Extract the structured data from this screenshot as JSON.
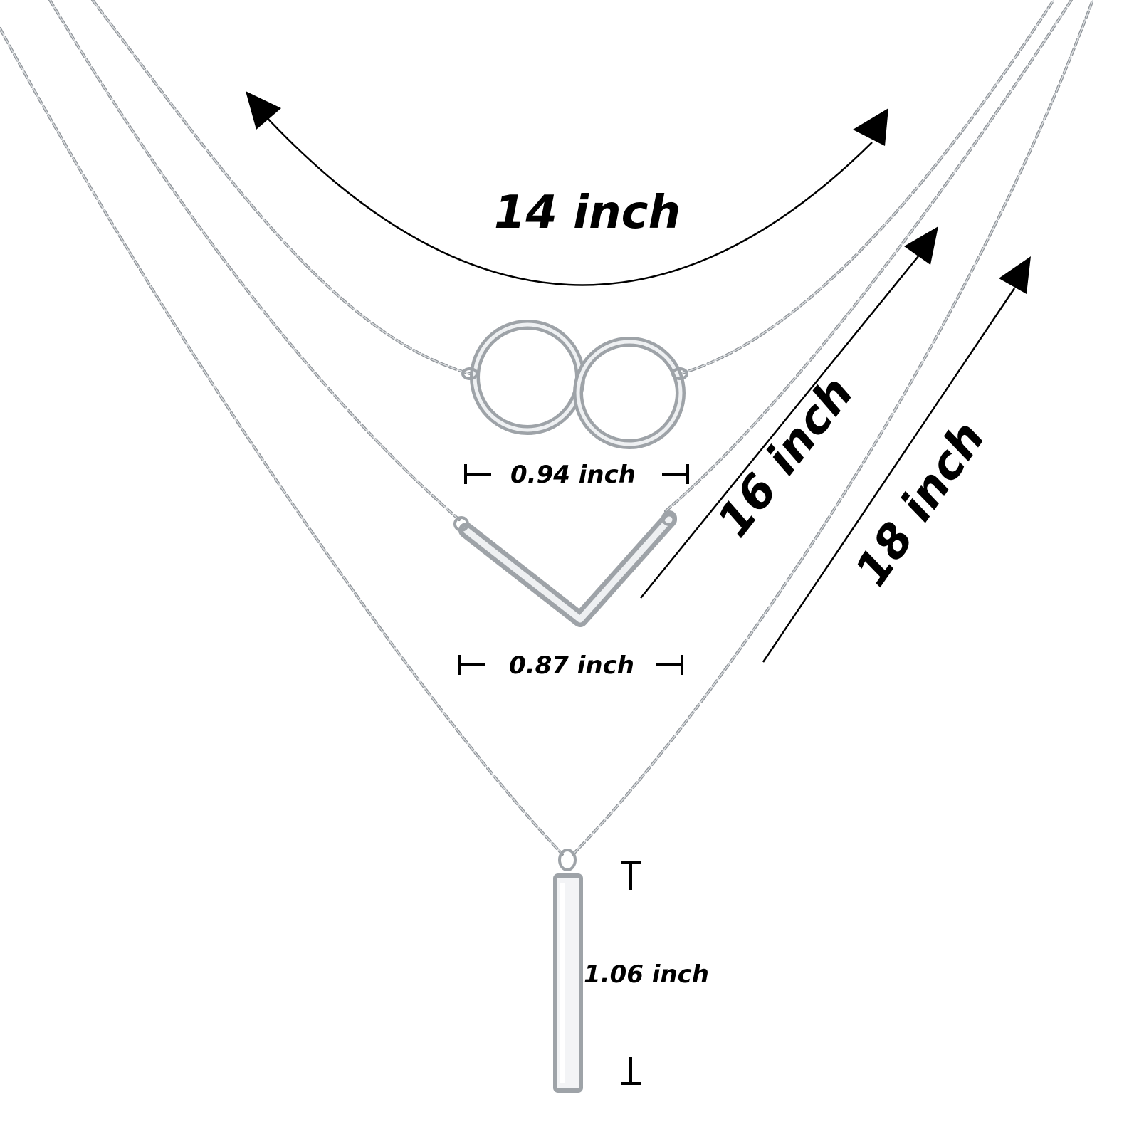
{
  "necklaces": [
    {
      "length_label": "14 inch",
      "pendant": "double-circle",
      "pendant_size_label": "0.94 inch"
    },
    {
      "length_label": "16 inch",
      "pendant": "chevron-bar",
      "pendant_size_label": "0.87 inch"
    },
    {
      "length_label": "18 inch",
      "pendant": "vertical-bar",
      "pendant_size_label": "1.06 inch"
    }
  ],
  "colors": {
    "chain": "#8f9499",
    "metal_highlight": "#eef0f2",
    "annotation": "#000000",
    "background": "#ffffff"
  }
}
